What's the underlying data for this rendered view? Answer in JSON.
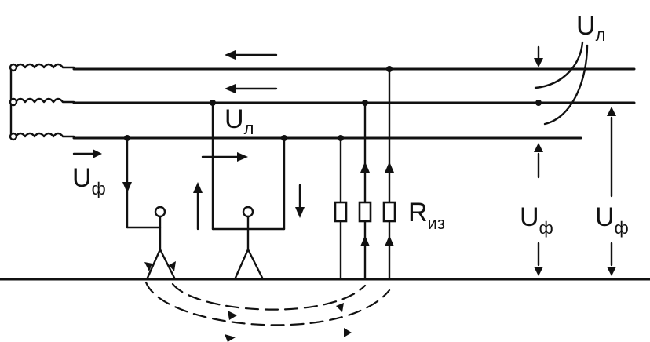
{
  "labels": {
    "u_line_top": {
      "main": "U",
      "sub": "л"
    },
    "u_line_mid": {
      "main": "U",
      "sub": "л"
    },
    "u_phase_left": {
      "main": "U",
      "sub": "ф"
    },
    "r_iso": {
      "main": "R",
      "sub": "из"
    },
    "u_phase_right1": {
      "main": "U",
      "sub": "ф"
    },
    "u_phase_right2": {
      "main": "U",
      "sub": "ф"
    }
  }
}
